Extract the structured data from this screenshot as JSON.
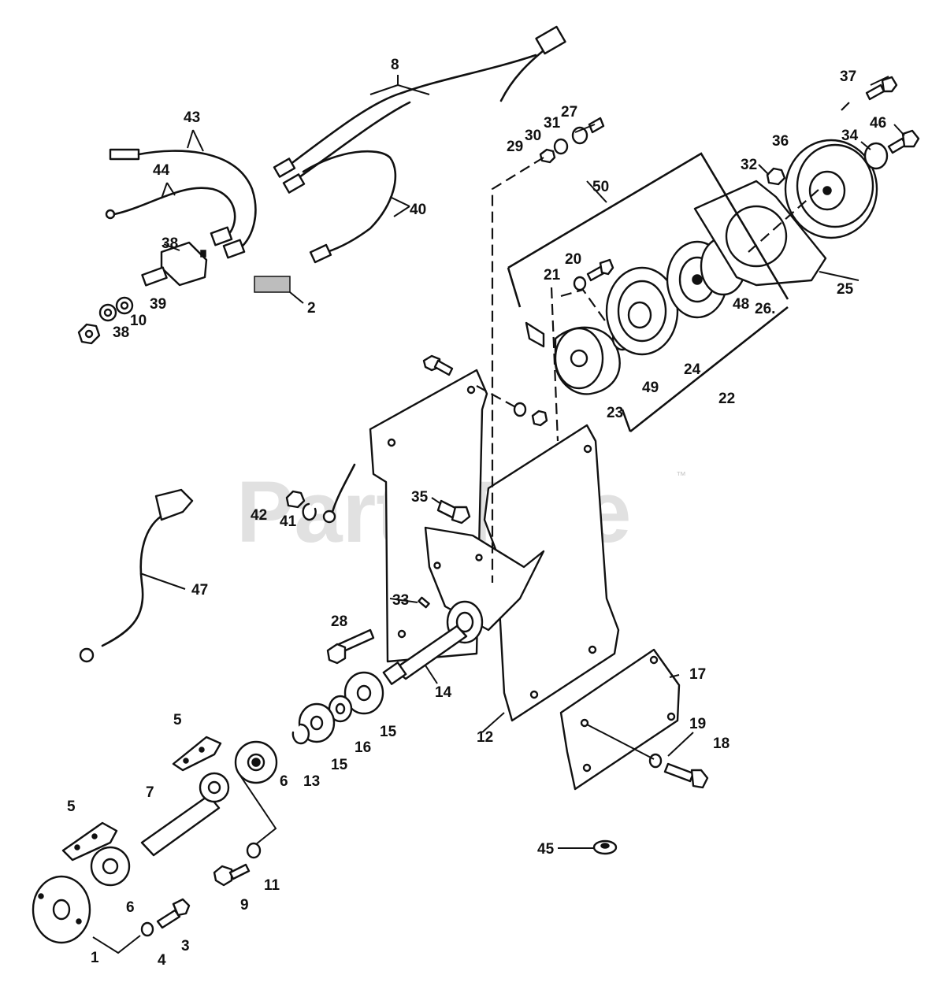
{
  "watermark": {
    "text": "PartsTree",
    "trademark": "™"
  },
  "callouts": {
    "c1": "1",
    "c2": "2",
    "c3": "3",
    "c4": "4",
    "c5a": "5",
    "c5b": "5",
    "c6a": "6",
    "c6b": "6",
    "c7": "7",
    "c8": "8",
    "c9": "9",
    "c10": "10",
    "c11": "11",
    "c12": "12",
    "c13": "13",
    "c14": "14",
    "c15a": "15",
    "c15b": "15",
    "c16": "16",
    "c17": "17",
    "c18": "18",
    "c19": "19",
    "c20": "20",
    "c21": "21",
    "c22": "22",
    "c23": "23",
    "c24": "24",
    "c25": "25",
    "c26": "26.",
    "c27": "27",
    "c28": "28",
    "c29": "29",
    "c30": "30",
    "c31": "31",
    "c32": "32",
    "c33": "33",
    "c34": "34",
    "c35": "35",
    "c36": "36",
    "c37": "37",
    "c38a": "38",
    "c38b": "38",
    "c39": "39",
    "c40": "40",
    "c41": "41",
    "c42": "42",
    "c43": "43",
    "c44": "44",
    "c45": "45",
    "c46": "46",
    "c47": "47",
    "c48": "48",
    "c49": "49",
    "c50": "50"
  }
}
